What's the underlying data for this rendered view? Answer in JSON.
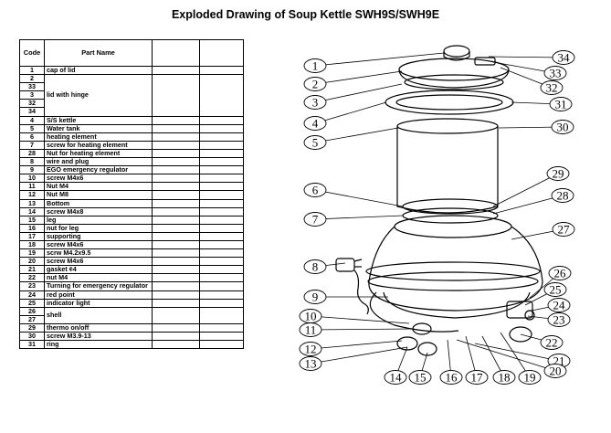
{
  "title": "Exploded Drawing of Soup Kettle SWH9S/SWH9E",
  "table": {
    "headers": {
      "code": "Code",
      "name": "Part Name",
      "extra1": "",
      "extra2": ""
    },
    "rows": [
      {
        "code": "1",
        "name": "cap of lid",
        "span": 1
      },
      {
        "code": "2",
        "name": "lid with hinge",
        "span": 5
      },
      {
        "code": "33",
        "name": "",
        "span": 0
      },
      {
        "code": "3",
        "name": "",
        "span": 0
      },
      {
        "code": "32",
        "name": "",
        "span": 0
      },
      {
        "code": "34",
        "name": "",
        "span": 0
      },
      {
        "code": "4",
        "name": "S/S kettle",
        "span": 1
      },
      {
        "code": "5",
        "name": "Water tank",
        "span": 1
      },
      {
        "code": "6",
        "name": "heating element",
        "span": 1
      },
      {
        "code": "7",
        "name": "screw for heating element",
        "span": 1
      },
      {
        "code": "28",
        "name": "Nut for heating element",
        "span": 1
      },
      {
        "code": "8",
        "name": "wire and plug",
        "span": 1
      },
      {
        "code": "9",
        "name": "EGO emergency regulator",
        "span": 1
      },
      {
        "code": "10",
        "name": "screw M4x6",
        "span": 1
      },
      {
        "code": "11",
        "name": "Nut M4",
        "span": 1
      },
      {
        "code": "12",
        "name": "Nut M8",
        "span": 1
      },
      {
        "code": "13",
        "name": "Bottom",
        "span": 1
      },
      {
        "code": "14",
        "name": "screw M4x8",
        "span": 1
      },
      {
        "code": "15",
        "name": "leg",
        "span": 1
      },
      {
        "code": "16",
        "name": "nut for leg",
        "span": 1
      },
      {
        "code": "17",
        "name": "supporting",
        "span": 1
      },
      {
        "code": "18",
        "name": "screw M4x6",
        "span": 1
      },
      {
        "code": "19",
        "name": "scrw M4.2x9.5",
        "span": 1
      },
      {
        "code": "20",
        "name": "screw M4x6",
        "span": 1
      },
      {
        "code": "21",
        "name": "gasket ¢4",
        "span": 1
      },
      {
        "code": "22",
        "name": "nut M4",
        "span": 1
      },
      {
        "code": "23",
        "name": "Turning for emergency regulator",
        "span": 1
      },
      {
        "code": "24",
        "name": "red point",
        "span": 1
      },
      {
        "code": "25",
        "name": "indicator light",
        "span": 1
      },
      {
        "code": "26",
        "name": "shell",
        "span": 2
      },
      {
        "code": "27",
        "name": "",
        "span": 0
      },
      {
        "code": "29",
        "name": "thermo on/off",
        "span": 1
      },
      {
        "code": "30",
        "name": "screw M3.9-13",
        "span": 1
      },
      {
        "code": "31",
        "name": "ring",
        "span": 1
      }
    ]
  },
  "diagram": {
    "left_labels": [
      "1",
      "2",
      "3",
      "4",
      "5",
      "6",
      "7",
      "8",
      "9",
      "10",
      "11",
      "12",
      "13"
    ],
    "right_labels": [
      "34",
      "33",
      "32",
      "31",
      "30",
      "29",
      "28",
      "27",
      "26",
      "25",
      "24",
      "23",
      "22",
      "21",
      "20"
    ],
    "bottom_labels": [
      "14",
      "15",
      "16",
      "17",
      "18",
      "19"
    ]
  }
}
